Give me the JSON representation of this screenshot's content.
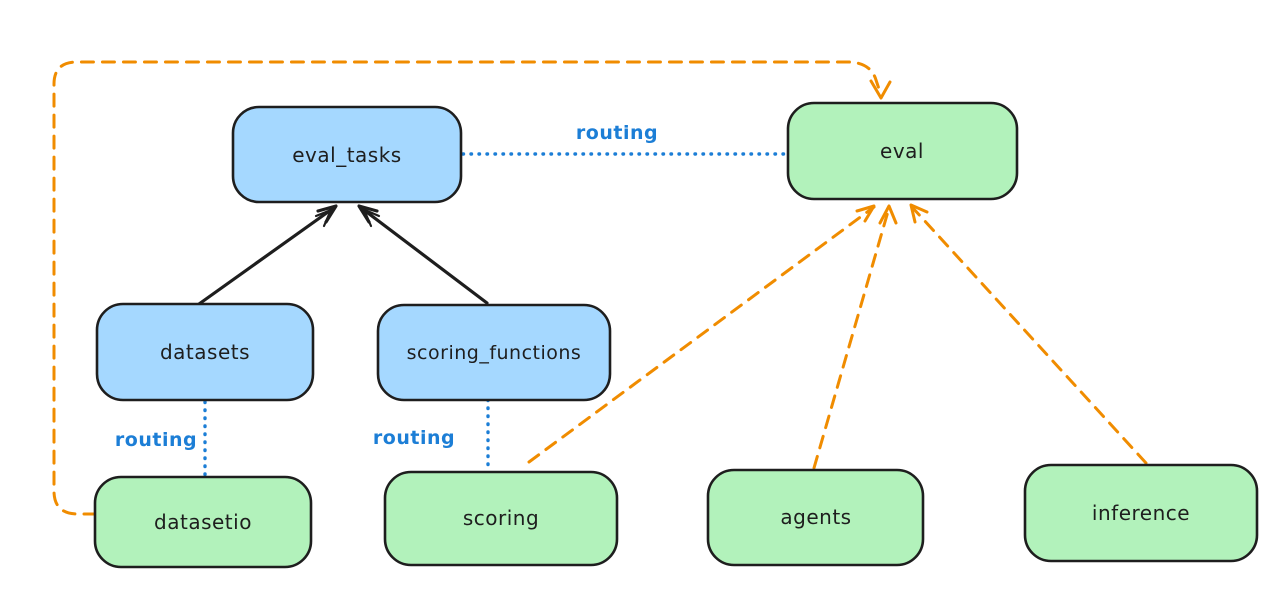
{
  "diagram": {
    "background": "#ffffff",
    "colors": {
      "node_stroke": "#1e1e1e",
      "blue_node_fill": "#a5d8ff",
      "green_node_fill": "#b2f2bb",
      "routing_label_blue": "#1c7ed6",
      "dashed_arrow_orange": "#f08c00",
      "solid_arrow_black": "#1e1e1e"
    },
    "nodes": {
      "eval_tasks": {
        "label": "eval_tasks",
        "fill": "#a5d8ff"
      },
      "eval": {
        "label": "eval",
        "fill": "#b2f2bb"
      },
      "datasets": {
        "label": "datasets",
        "fill": "#a5d8ff"
      },
      "scoring_functions": {
        "label": "scoring_functions",
        "fill": "#a5d8ff"
      },
      "datasetio": {
        "label": "datasetio",
        "fill": "#b2f2bb"
      },
      "scoring": {
        "label": "scoring",
        "fill": "#b2f2bb"
      },
      "agents": {
        "label": "agents",
        "fill": "#b2f2bb"
      },
      "inference": {
        "label": "inference",
        "fill": "#b2f2bb"
      }
    },
    "edges": [
      {
        "from": "datasets",
        "to": "eval_tasks",
        "style": "solid-arrow",
        "color": "#1e1e1e",
        "label": ""
      },
      {
        "from": "scoring_functions",
        "to": "eval_tasks",
        "style": "solid-arrow",
        "color": "#1e1e1e",
        "label": ""
      },
      {
        "from": "eval_tasks",
        "to": "eval",
        "style": "dotted-line",
        "color": "#1c7ed6",
        "label": "routing"
      },
      {
        "from": "datasets",
        "to": "datasetio",
        "style": "dotted-line",
        "color": "#1c7ed6",
        "label": "routing"
      },
      {
        "from": "scoring_functions",
        "to": "scoring",
        "style": "dotted-line",
        "color": "#1c7ed6",
        "label": "routing"
      },
      {
        "from": "datasetio",
        "to": "eval",
        "style": "dashed-arrow",
        "color": "#f08c00",
        "label": ""
      },
      {
        "from": "scoring",
        "to": "eval",
        "style": "dashed-arrow",
        "color": "#f08c00",
        "label": ""
      },
      {
        "from": "agents",
        "to": "eval",
        "style": "dashed-arrow",
        "color": "#f08c00",
        "label": ""
      },
      {
        "from": "inference",
        "to": "eval",
        "style": "dashed-arrow",
        "color": "#f08c00",
        "label": ""
      }
    ]
  }
}
